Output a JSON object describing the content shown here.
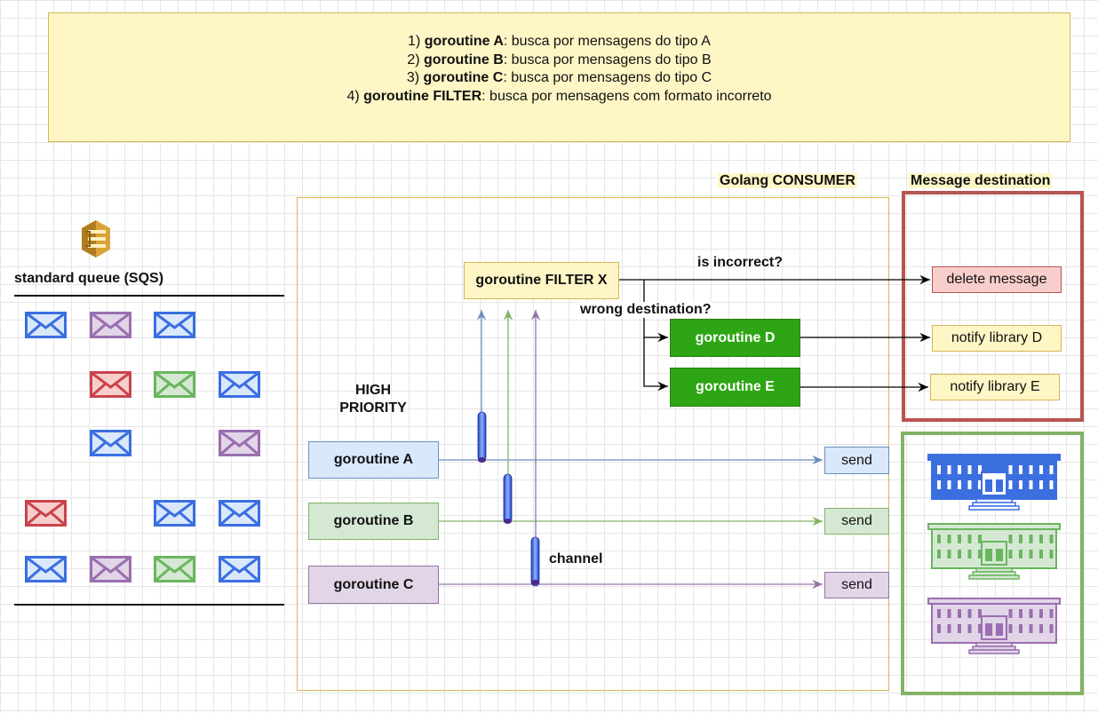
{
  "note": {
    "items": [
      {
        "prefix": "1) ",
        "bold": "goroutine A",
        "rest": ": busca por mensagens do tipo A"
      },
      {
        "prefix": "2) ",
        "bold": "goroutine B",
        "rest": ": busca por mensagens do tipo B"
      },
      {
        "prefix": "3) ",
        "bold": "goroutine C",
        "rest": ": busca por mensagens do tipo C"
      },
      {
        "prefix": "4) ",
        "bold": "goroutine FILTER",
        "rest": ": busca por mensagens com formato incorreto"
      }
    ]
  },
  "queue": {
    "title": "standard queue (SQS)",
    "icon": "sqs-icon",
    "envelopes": [
      [
        "blue",
        "purple",
        "blue",
        null
      ],
      [
        null,
        "red",
        "green",
        "blue"
      ],
      [
        null,
        "blue",
        null,
        "purple"
      ],
      [
        "red",
        null,
        "blue",
        "blue"
      ],
      [
        "blue",
        "purple",
        "green",
        "blue"
      ]
    ]
  },
  "consumer": {
    "title": "Golang CONSUMER",
    "priority": "HIGH\nPRIORITY",
    "goroutine_a": "goroutine A",
    "goroutine_b": "goroutine B",
    "goroutine_c": "goroutine C",
    "goroutine_x": "goroutine FILTER X",
    "goroutine_d": "goroutine D",
    "goroutine_e": "goroutine E",
    "send": "send",
    "channel": "channel",
    "is_incorrect": "is incorrect?",
    "wrong_destination": "wrong destination?"
  },
  "destination": {
    "title": "Message destination",
    "delete": "delete message",
    "notify_d": "notify library D",
    "notify_e": "notify library E",
    "buildings": [
      "blue",
      "green",
      "purple"
    ]
  },
  "colors": {
    "blue": "#3b6fe0",
    "purple": "#9a6eb0",
    "red": "#c9444d",
    "green": "#6ab65e"
  }
}
